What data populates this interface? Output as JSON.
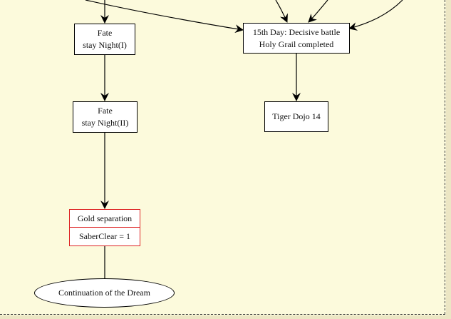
{
  "diagram": {
    "nodes": {
      "fate1": {
        "line1": "Fate",
        "line2": "stay Night(I)"
      },
      "fate2": {
        "line1": "Fate",
        "line2": "stay Night(II)"
      },
      "day15": {
        "line1": "15th Day: Decisive battle",
        "line2": "Holy Grail completed"
      },
      "tiger": {
        "label": "Tiger Dojo 14"
      },
      "gold": {
        "title": "Gold separation",
        "condition": "SaberClear = 1",
        "border_color": "#d22222"
      },
      "dream": {
        "label": "Continuation of the Dream"
      }
    },
    "edges": [
      {
        "from": "(offscreen)",
        "to": "fate1"
      },
      {
        "from": "(offscreen)",
        "to": "day15"
      },
      {
        "from": "fate1",
        "to": "fate2"
      },
      {
        "from": "day15",
        "to": "tiger"
      },
      {
        "from": "fate2",
        "to": "gold"
      },
      {
        "from": "gold",
        "to": "dream"
      }
    ],
    "colors": {
      "background": "#fcfadc",
      "edge": "#000000"
    }
  }
}
